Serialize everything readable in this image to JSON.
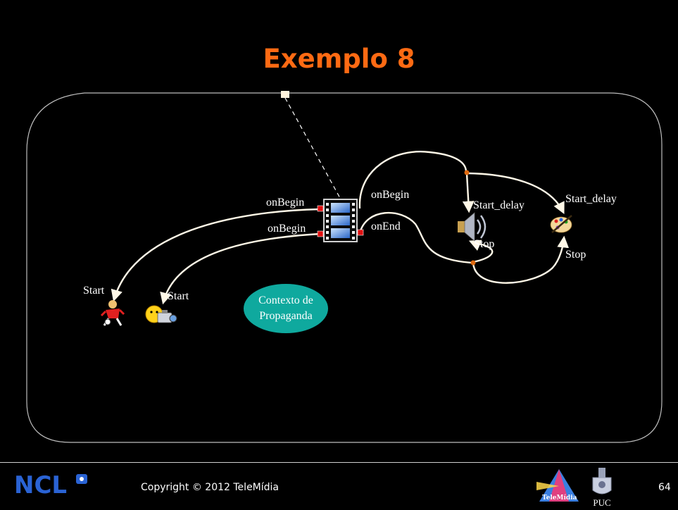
{
  "slide": {
    "title": "Exemplo 8",
    "copyright": "Copyright © 2012 TeleMídia",
    "page_number": "64"
  },
  "logos": {
    "ncl": "NCL",
    "telemidia": "TeleMídia",
    "puc": "PUC"
  },
  "diagram": {
    "context_label_line1": "Contexto de",
    "context_label_line2": "Propaganda",
    "video_links": {
      "on_begin_left_top": "onBegin",
      "on_begin_left_bottom": "onBegin",
      "on_begin_right": "onBegin",
      "on_end_right": "onEnd"
    },
    "targets": {
      "soccer_start": "Start",
      "camera_start": "Start",
      "audio_start_delay": "Start_delay",
      "audio_stop": "Stop",
      "paint_start_delay": "Start_delay",
      "paint_stop": "Stop"
    },
    "icons": [
      "video-film-icon",
      "soccer-player-icon",
      "smiley-camera-icon",
      "speaker-icon",
      "paint-palette-icon"
    ]
  },
  "colors": {
    "title": "#ff6a13",
    "link": "#fff8e7",
    "port": "#e01010",
    "context_bubble": "#0fa99e",
    "join_dot": "#e06a10"
  }
}
